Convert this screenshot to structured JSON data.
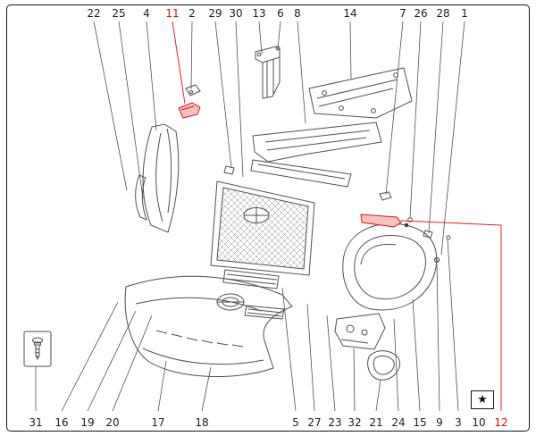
{
  "diagram": {
    "kind": "exploded-parts-diagram",
    "colors": {
      "highlight": "#e01010",
      "line": "#454545",
      "background": "#ffffff",
      "border": "#161616"
    },
    "callouts_top": [
      {
        "text": "22"
      },
      {
        "text": "25"
      },
      {
        "text": "4"
      },
      {
        "text": "11",
        "highlighted": true
      },
      {
        "text": "2"
      },
      {
        "text": "29"
      },
      {
        "text": "30"
      },
      {
        "text": "13"
      },
      {
        "text": "6"
      },
      {
        "text": "8"
      },
      {
        "text": "14"
      },
      {
        "text": "7"
      },
      {
        "text": "26"
      },
      {
        "text": "28"
      },
      {
        "text": "1"
      }
    ],
    "callouts_bottom": [
      {
        "text": "31"
      },
      {
        "text": "16"
      },
      {
        "text": "19"
      },
      {
        "text": "20"
      },
      {
        "text": "17"
      },
      {
        "text": "18"
      },
      {
        "text": "5"
      },
      {
        "text": "27"
      },
      {
        "text": "23"
      },
      {
        "text": "32"
      },
      {
        "text": "21"
      },
      {
        "text": "24"
      },
      {
        "text": "15"
      },
      {
        "text": "9"
      },
      {
        "text": "3"
      },
      {
        "text": "10"
      },
      {
        "text": "12",
        "highlighted": true
      }
    ],
    "highlighted_callouts": [
      "11",
      "12"
    ],
    "symbols": {
      "star": "★"
    }
  }
}
